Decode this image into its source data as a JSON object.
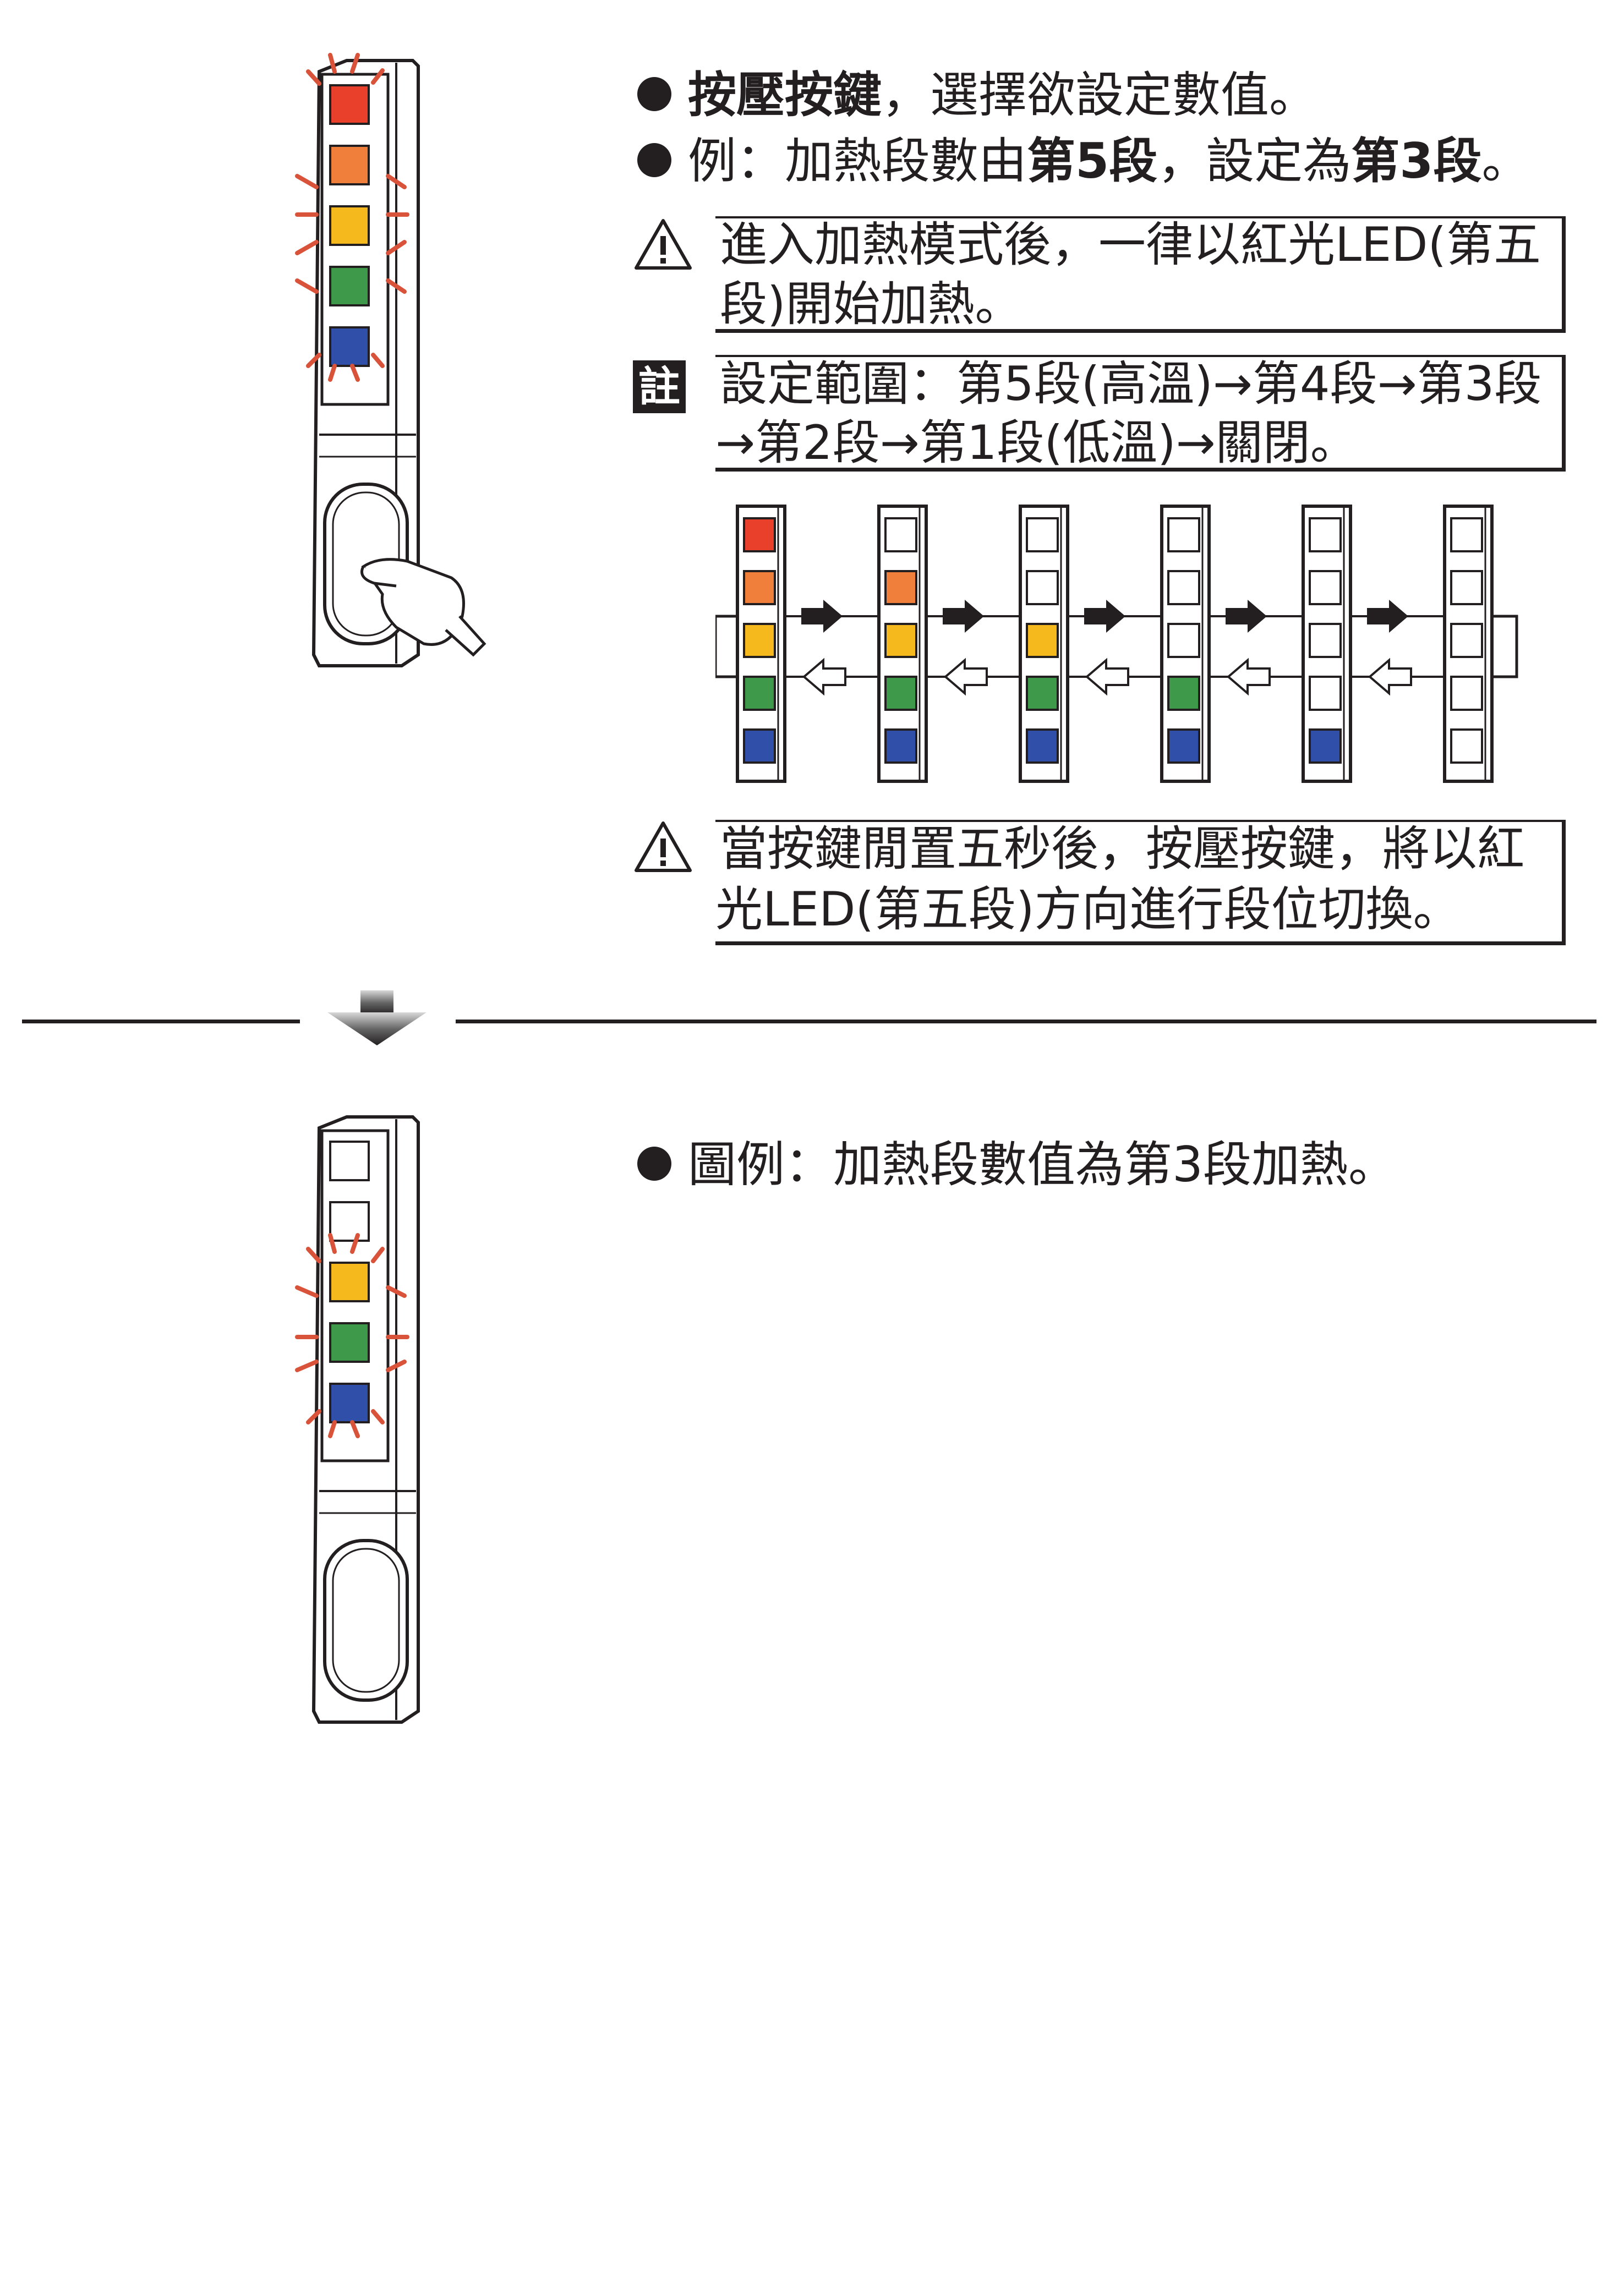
{
  "step1": {
    "line1": {
      "bold": "按壓按鍵",
      "rest": "，選擇欲設定數值。"
    },
    "line2": {
      "prefix": "例：加熱段數由",
      "bold1": "第5段",
      "mid": "，設定為",
      "bold2": "第3段",
      "suffix": "。"
    },
    "warning1": {
      "line1": "進入加熱模式後，一律以紅光LED(第五",
      "line2": "段)開始加熱。"
    },
    "note": {
      "badge": "註",
      "line1": "設定範圍：第5段(高溫)→第4段→第3段",
      "line2": "→第2段→第1段(低溫)→關閉。"
    },
    "sequence_levels": [
      5,
      4,
      3,
      2,
      1,
      0
    ],
    "warning2": {
      "line1": "當按鍵閒置五秒後，按壓按鍵，將以紅",
      "line2": "光LED(第五段)方向進行段位切換。"
    }
  },
  "step2": {
    "caption": "圖例：加熱段數值為第3段加熱。",
    "device_level": 3
  },
  "colors": {
    "red": "#e8402a",
    "orange": "#f07f3c",
    "yellow": "#f5b91e",
    "green": "#3e9a4a",
    "blue": "#2f4fa8",
    "ink": "#231f20",
    "flash": "#d9533a"
  },
  "icons": [
    "warning-triangle-icon",
    "finger-press-icon",
    "arrow-right-icon",
    "arrow-left-icon",
    "down-arrow-icon"
  ]
}
